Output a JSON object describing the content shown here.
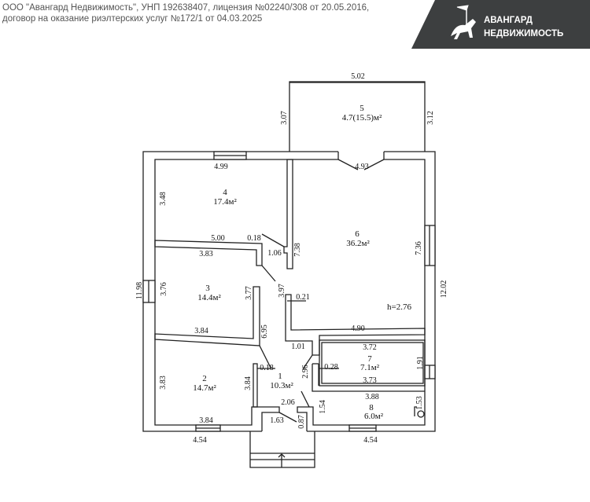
{
  "header": {
    "line1": "ООО \"Авангард Недвижимость\", УНП 192638407, лицензия №02240/308 от 20.05.2016,",
    "line2": "договор на оказание риэлтерских услуг №172/1 от 04.03.2025"
  },
  "logo": {
    "line1": "АВАНГАРД",
    "line2": "НЕДВИЖИМОСТЬ",
    "bg": "#3d3f40"
  },
  "rooms": [
    {
      "num": "1",
      "area": "10.3м²"
    },
    {
      "num": "2",
      "area": "14.7м²"
    },
    {
      "num": "3",
      "area": "14.4м²"
    },
    {
      "num": "4",
      "area": "17.4м²"
    },
    {
      "num": "5",
      "area": "4.7(15.5)м²"
    },
    {
      "num": "6",
      "area": "36.2м²"
    },
    {
      "num": "7",
      "area": "7.1м²"
    },
    {
      "num": "8",
      "area": "6.0м²"
    }
  ],
  "ceiling_height": "h=2.76",
  "dims": {
    "terrace_top": "5.02",
    "terrace_left": "3.07",
    "terrace_right": "3.12",
    "r4_top": "4.99",
    "r4_left": "3.48",
    "bay": "4.93",
    "r4_bottom": "5.00",
    "d018a": "0.18",
    "r3_top": "3.83",
    "d106": "1.06",
    "d738": "7.38",
    "r6_right": "7.36",
    "overall_left": "11.98",
    "overall_right": "12.02",
    "r3_left": "3.76",
    "r3_right": "3.77",
    "d397": "3.97",
    "d021": "0.21",
    "r3_bottom": "3.84",
    "d695": "6.95",
    "r6_bottom": "4.90",
    "d101": "1.01",
    "r7_top": "3.72",
    "r7_right": "1.91",
    "d018b": "0.18",
    "d296": "2.96",
    "d028": "0.28",
    "r7_bottom": "3.73",
    "r2_left": "3.83",
    "r2_right": "3.84",
    "r8_top": "3.88",
    "r8_right": "1.53",
    "d206": "2.06",
    "d154": "1.54",
    "r2_bottom": "3.84",
    "d163": "1.63",
    "d087": "0.87",
    "bottom_left": "4.54",
    "bottom_right": "4.54"
  }
}
